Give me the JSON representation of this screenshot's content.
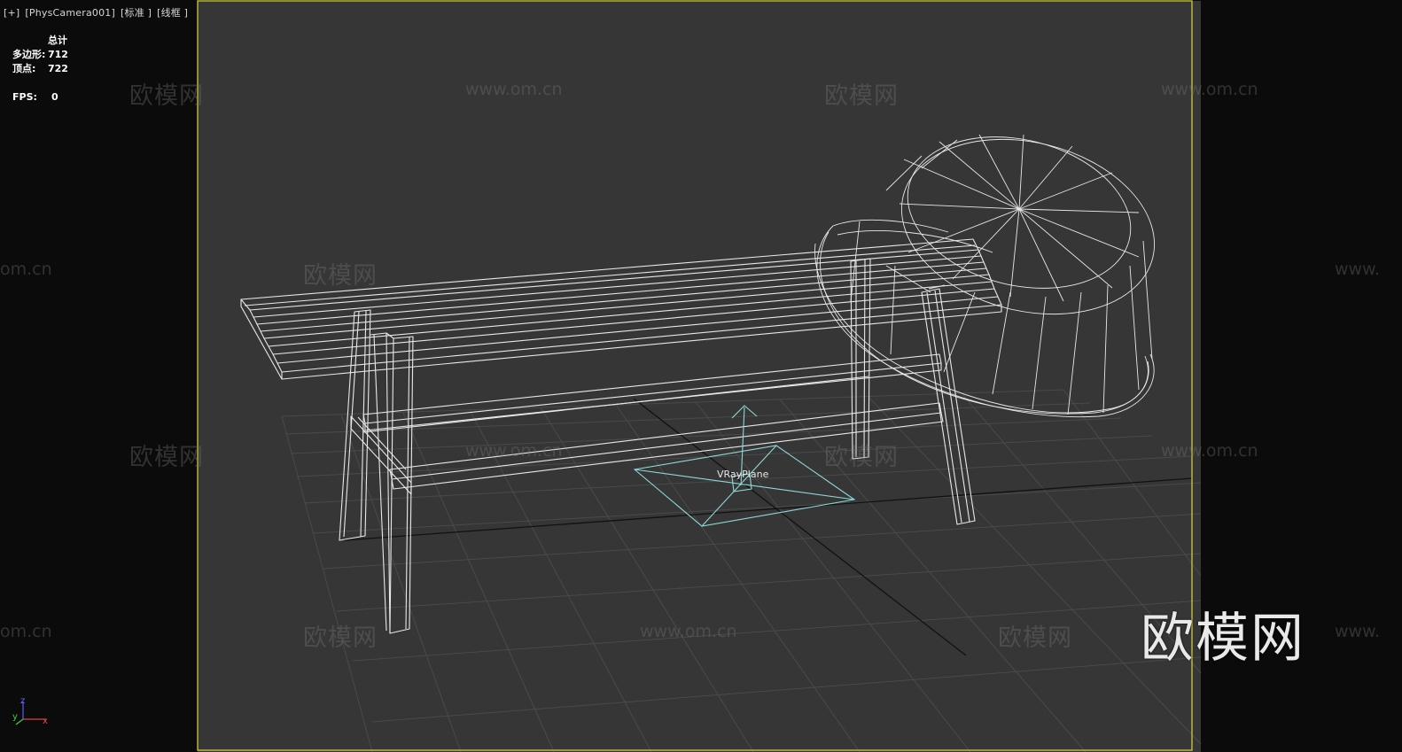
{
  "viewport": {
    "label_parts": [
      "[+]",
      "[PhysCamera001]",
      "[标准 ]",
      "[线框 ]"
    ]
  },
  "stats": {
    "header": "总计",
    "polygons_label": "多边形:",
    "polygons_value": "712",
    "vertices_label": "顶点:",
    "vertices_value": "722",
    "fps_label": "FPS:",
    "fps_value": "0"
  },
  "scene": {
    "object_label": "VRayPlane",
    "wire_color": "#e8e8e8",
    "helper_color": "#8fd8d8",
    "frame_color": "#d8d840",
    "bg_color": "#363636"
  },
  "watermarks": {
    "cn": "欧模网",
    "url": "www.om.cn",
    "url_partial_left": "om.cn",
    "url_partial_right": "www.",
    "brand": "欧模网"
  },
  "axis": {
    "x": "x",
    "y": "y",
    "z": "z"
  }
}
